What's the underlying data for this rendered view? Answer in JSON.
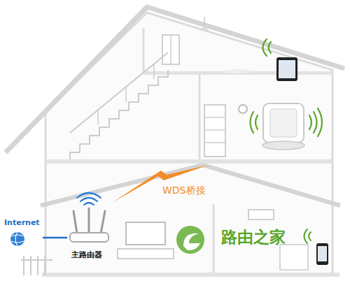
{
  "diagram": {
    "nodes": [
      {
        "text": [
          "Internet"
        ]
      },
      {
        "text": [
          "主路由器"
        ]
      }
    ],
    "edges": [
      {
        "from": 0,
        "to": 1,
        "arrow": "none"
      }
    ],
    "labels": [
      "WDS桥接",
      "路由之家"
    ]
  }
}
